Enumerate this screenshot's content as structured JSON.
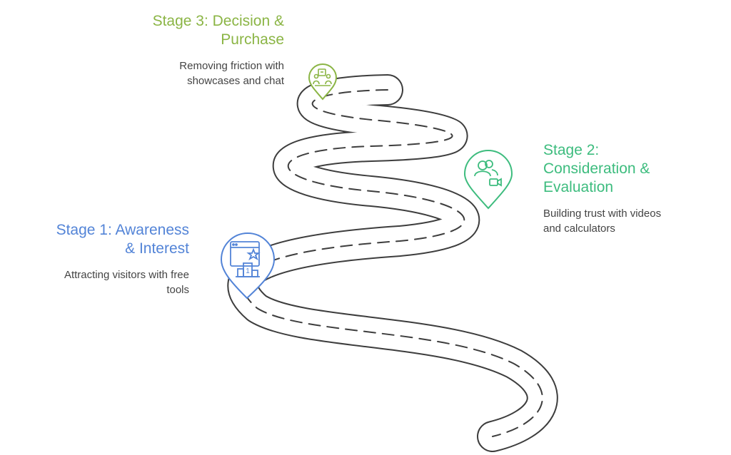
{
  "stages": [
    {
      "id": "stage3",
      "title_line1": "Stage 3: Decision &",
      "title_line2": "Purchase",
      "desc_line1": "Removing friction with",
      "desc_line2": "showcases and chat",
      "color": "#8BB545",
      "icon": "showcase-chat-icon"
    },
    {
      "id": "stage2",
      "title_line1": "Stage 2:",
      "title_line2": "Consideration &",
      "title_line3": "Evaluation",
      "desc_line1": "Building trust with videos",
      "desc_line2": "and calculators",
      "color": "#3DBC7E",
      "icon": "users-video-icon"
    },
    {
      "id": "stage1",
      "title_line1": "Stage 1: Awareness",
      "title_line2": "& Interest",
      "desc_line1": "Attracting visitors with free",
      "desc_line2": "tools",
      "color": "#5384D7",
      "icon": "browser-star-podium-icon"
    }
  ],
  "podium_number": "1",
  "road_color": "#3d3d3d"
}
